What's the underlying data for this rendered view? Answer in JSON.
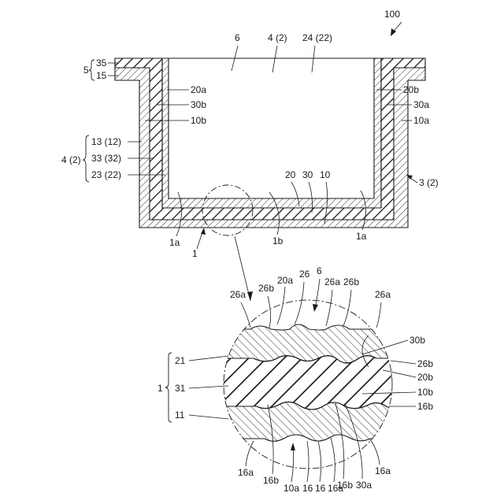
{
  "figure": {
    "ref_100": "100",
    "ref_6": "6",
    "ref_4_2_top": "4 (2)",
    "ref_24_22": "24 (22)",
    "ref_35": "35",
    "ref_15": "15",
    "ref_5": "5",
    "ref_20a": "20a",
    "ref_30b": "30b",
    "ref_10b": "10b",
    "ref_20b": "20b",
    "ref_30a": "30a",
    "ref_10a": "10a",
    "ref_13_12": "13 (12)",
    "ref_33_32": "33 (32)",
    "ref_23_22": "23 (22)",
    "ref_4_2_left": "4 (2)",
    "ref_3_2": "3 (2)",
    "ref_20": "20",
    "ref_30": "30",
    "ref_10": "10",
    "ref_1a_left": "1a",
    "ref_1b": "1b",
    "ref_1a_right": "1a",
    "ref_1_upper": "1"
  },
  "detail": {
    "ref_20a": "20a",
    "ref_26_a": "26",
    "ref_6": "6",
    "ref_26b_a": "26b",
    "ref_26a_b": "26a",
    "ref_26b_b": "26b",
    "ref_26a_left": "26a",
    "ref_26a_right": "26a",
    "ref_21": "21",
    "ref_31": "31",
    "ref_11": "11",
    "ref_1": "1",
    "ref_30b": "30b",
    "ref_26b_right": "26b",
    "ref_20b": "20b",
    "ref_10b": "10b",
    "ref_16b_right": "16b",
    "ref_16a_left": "16a",
    "ref_16b_left": "16b",
    "ref_10a": "10a",
    "ref_16_a": "16",
    "ref_16_b": "16",
    "ref_16a_mid": "16a",
    "ref_16b_mid": "16b",
    "ref_30a": "30a",
    "ref_16a_right": "16a"
  }
}
